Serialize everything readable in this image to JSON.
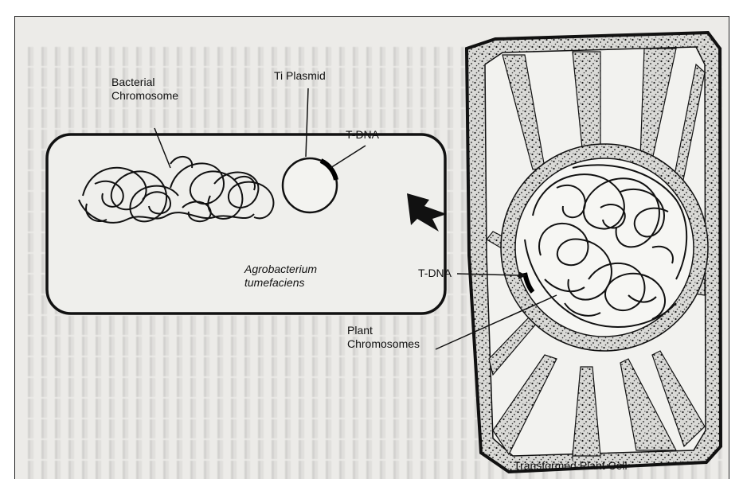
{
  "labels": {
    "bacterial_chromosome_line1": "Bacterial",
    "bacterial_chromosome_line2": "Chromosome",
    "ti_plasmid": "Ti Plasmid",
    "tdna_top": "T-DNA",
    "agrobacterium_line1": "Agrobacterium",
    "agrobacterium_line2": "tumefaciens",
    "tdna_cell": "T-DNA",
    "plant_chromosomes_line1": "Plant",
    "plant_chromosomes_line2": "Chromosomes",
    "transformed_plant_cell": "Transformed Plant Cell"
  },
  "colors": {
    "page": "#ecebe8",
    "ink": "#111111",
    "cell_wall": "#2a2a2a",
    "cytoplasm": "#f4f4f2"
  }
}
